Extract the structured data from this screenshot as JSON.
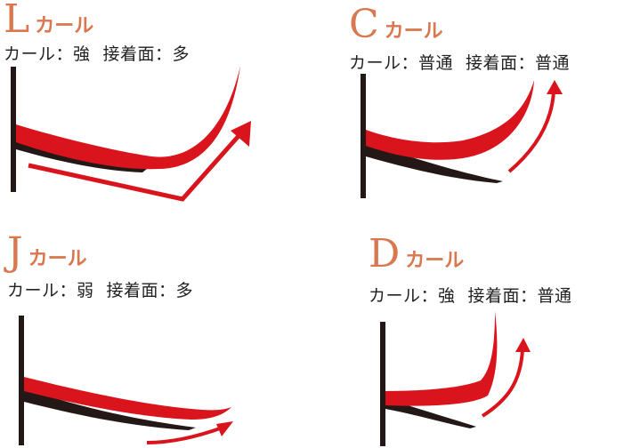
{
  "colors": {
    "accent": "#d9774f",
    "red": "#d9141c",
    "black": "#231815",
    "text": "#222222"
  },
  "panels": [
    {
      "id": "L",
      "letter": "L",
      "curl_label": "カール",
      "spec_curl_label": "カール：強",
      "spec_adhesion_label": "接着面：多"
    },
    {
      "id": "C",
      "letter": "C",
      "curl_label": "カール",
      "spec_curl_label": "カール：普通",
      "spec_adhesion_label": "接着面：普通"
    },
    {
      "id": "J",
      "letter": "J",
      "curl_label": "カール",
      "spec_curl_label": "カール：弱",
      "spec_adhesion_label": "接着面：多"
    },
    {
      "id": "D",
      "letter": "D",
      "curl_label": "カール",
      "spec_curl_label": "カール：強",
      "spec_adhesion_label": "接着面：普通"
    }
  ]
}
